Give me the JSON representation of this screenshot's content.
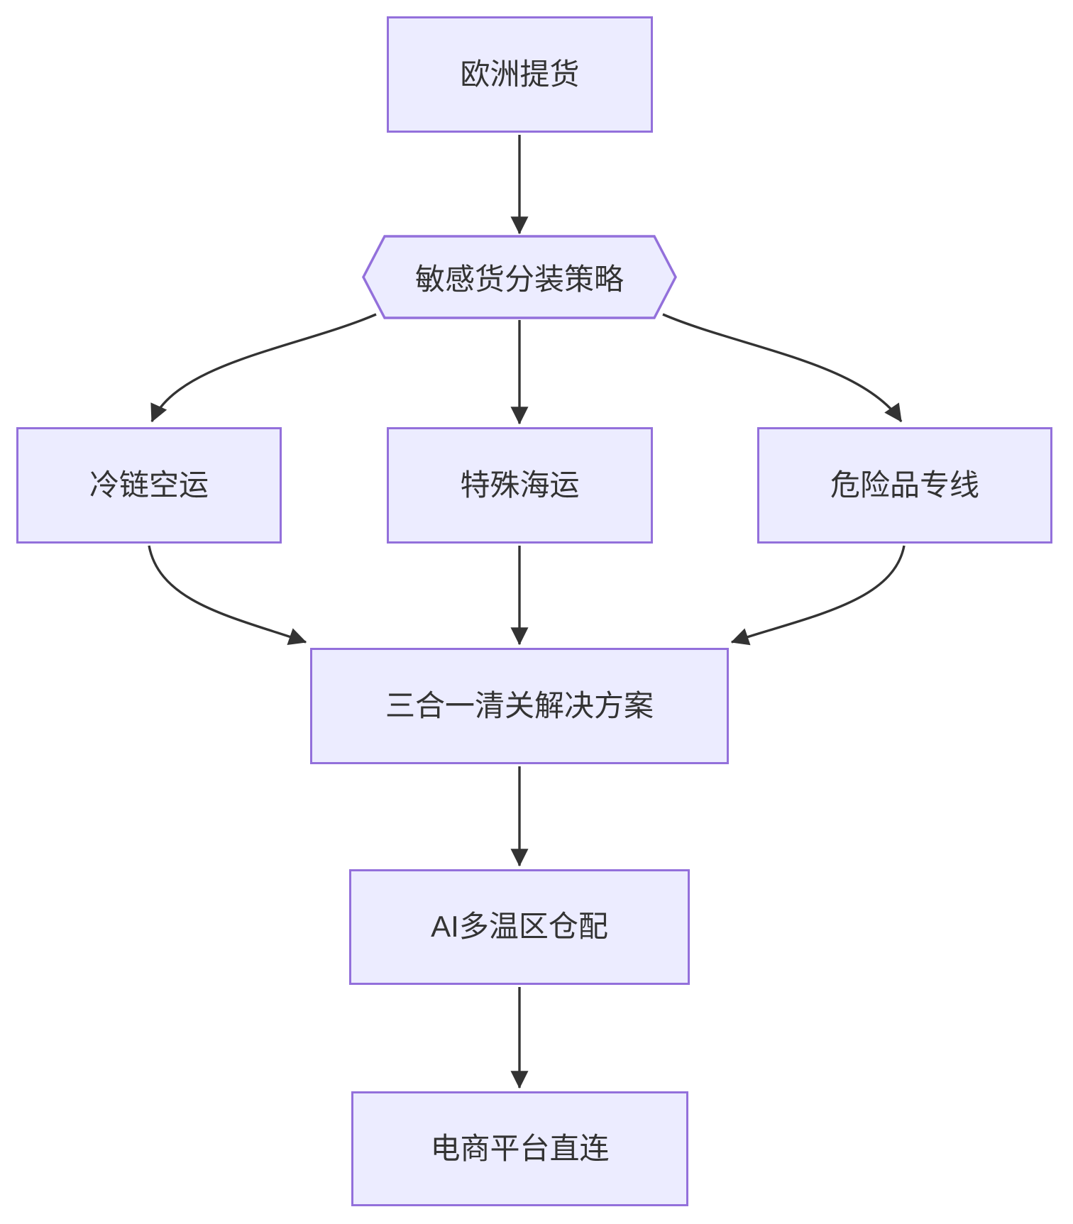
{
  "diagram": {
    "type": "flowchart",
    "direction": "top-down",
    "nodes": [
      {
        "id": "europe-pickup",
        "label": "欧洲提货",
        "shape": "rect"
      },
      {
        "id": "split-strategy",
        "label": "敏感货分装策略",
        "shape": "hexagon"
      },
      {
        "id": "cold-chain-air",
        "label": "冷链空运",
        "shape": "rect"
      },
      {
        "id": "special-sea",
        "label": "特殊海运",
        "shape": "rect"
      },
      {
        "id": "dangerous-goods",
        "label": "危险品专线",
        "shape": "rect"
      },
      {
        "id": "customs-solution",
        "label": "三合一清关解决方案",
        "shape": "rect"
      },
      {
        "id": "ai-warehouse",
        "label": "AI多温区仓配",
        "shape": "rect"
      },
      {
        "id": "ecommerce-connect",
        "label": "电商平台直连",
        "shape": "rect"
      }
    ],
    "edges": [
      {
        "from": "europe-pickup",
        "to": "split-strategy"
      },
      {
        "from": "split-strategy",
        "to": "cold-chain-air"
      },
      {
        "from": "split-strategy",
        "to": "special-sea"
      },
      {
        "from": "split-strategy",
        "to": "dangerous-goods"
      },
      {
        "from": "cold-chain-air",
        "to": "customs-solution"
      },
      {
        "from": "special-sea",
        "to": "customs-solution"
      },
      {
        "from": "dangerous-goods",
        "to": "customs-solution"
      },
      {
        "from": "customs-solution",
        "to": "ai-warehouse"
      },
      {
        "from": "ai-warehouse",
        "to": "ecommerce-connect"
      }
    ],
    "colors": {
      "node_fill": "#ECECFF",
      "node_border": "#9370DB",
      "text": "#333333",
      "edge": "#333333"
    }
  }
}
